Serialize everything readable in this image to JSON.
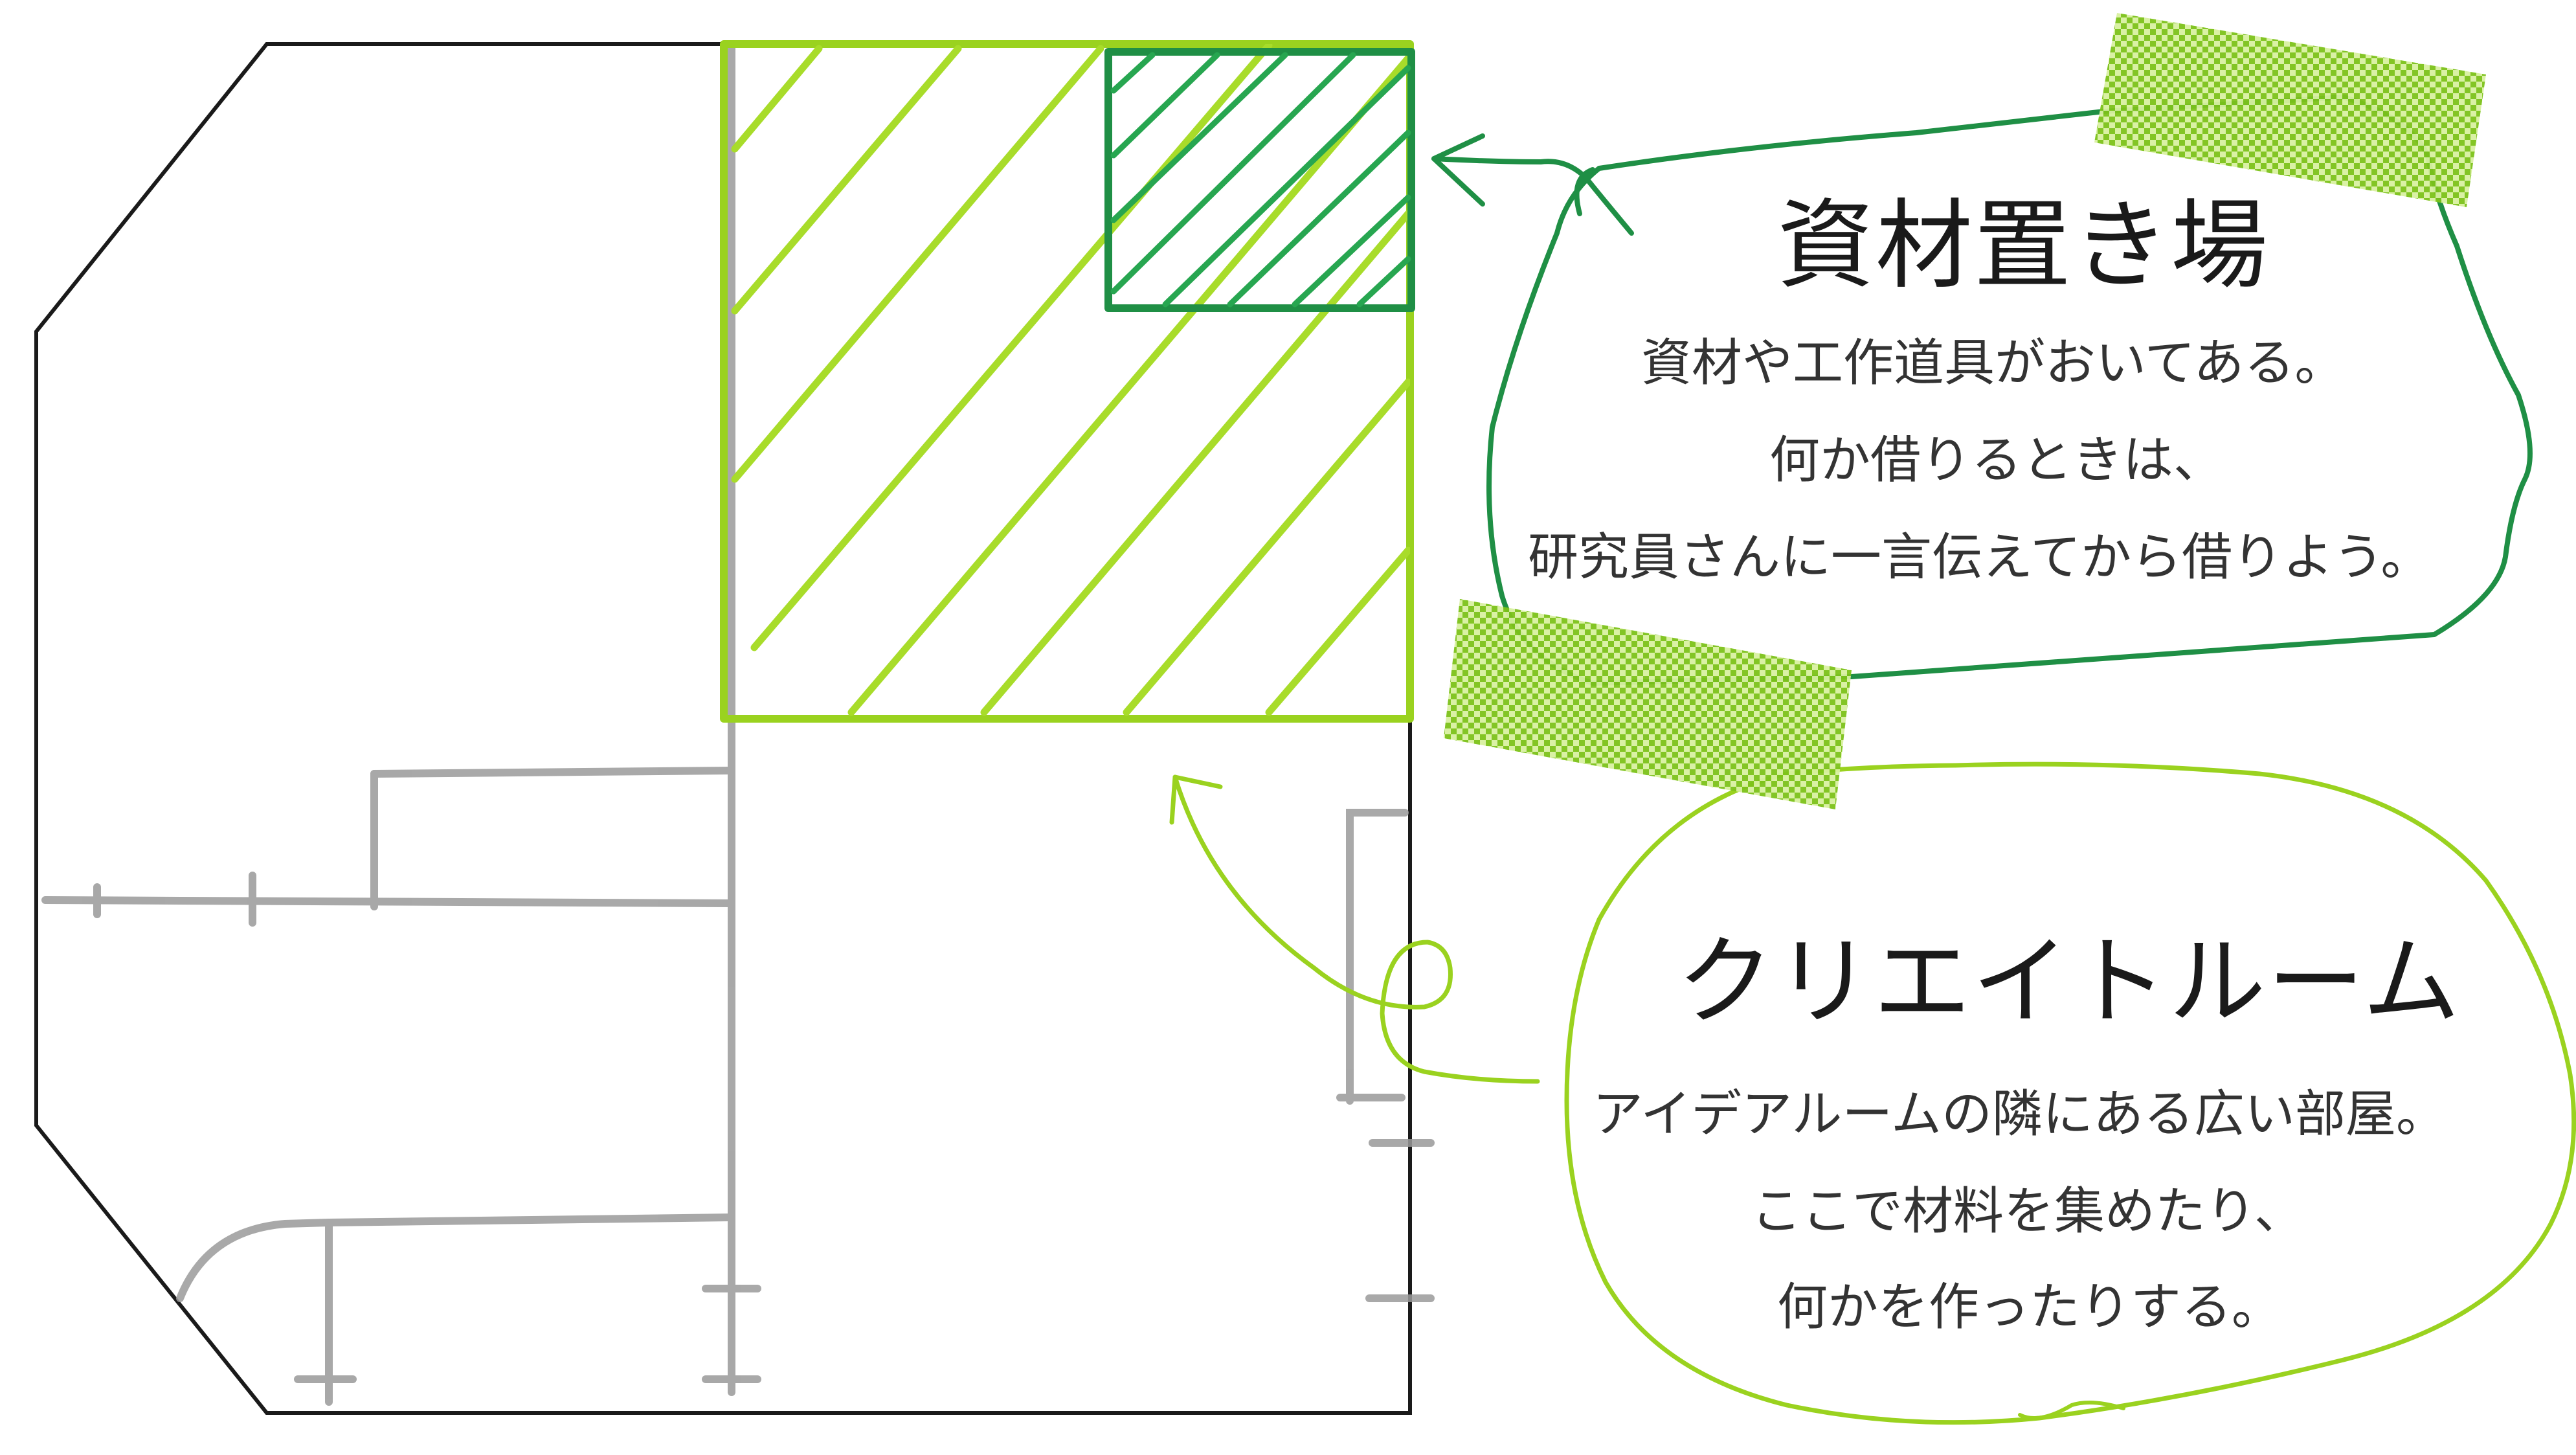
{
  "colors": {
    "outline": "#1a1a1a",
    "pencil_gray": "#9a9a9a",
    "lime": "#9ad21f",
    "dark_green": "#1f8f45",
    "light_green": "#b7e05a"
  },
  "materials_area": {
    "title": "資材置き場",
    "description": [
      "資材や工作道具がおいてある。",
      "何か借りるときは、",
      "研究員さんに一言伝えてから借りよう。"
    ]
  },
  "create_room": {
    "title": "クリエイトルーム",
    "description": [
      "アイデアルームの隣にある広い部屋。",
      "ここで材料を集めたり、",
      "何かを作ったりする。"
    ]
  }
}
